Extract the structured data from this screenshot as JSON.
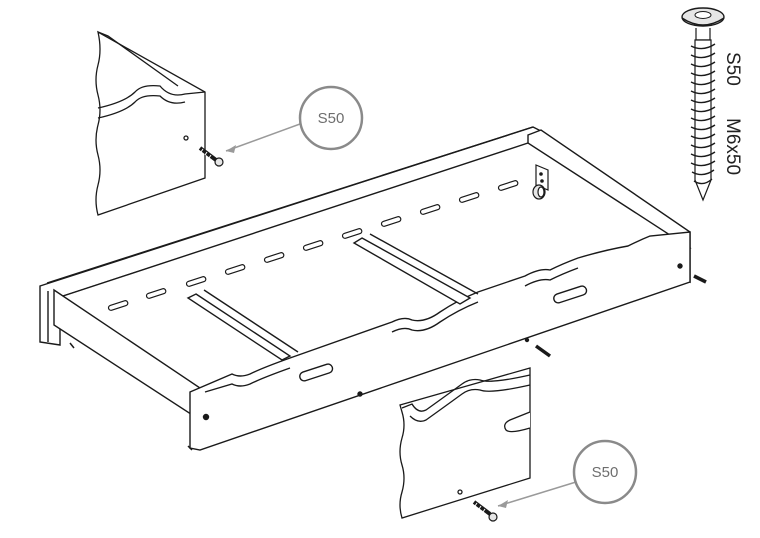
{
  "callouts": {
    "top_left": {
      "label": "S50"
    },
    "bottom_right": {
      "label": "S50"
    }
  },
  "screw_spec": {
    "code": "S50",
    "size": "M6x50"
  },
  "colors": {
    "line": "#1a1a1a",
    "callout_circle": "#8a8a8a",
    "callout_arrow": "#9a9a9a",
    "screw_head": "#e6e6e6"
  }
}
